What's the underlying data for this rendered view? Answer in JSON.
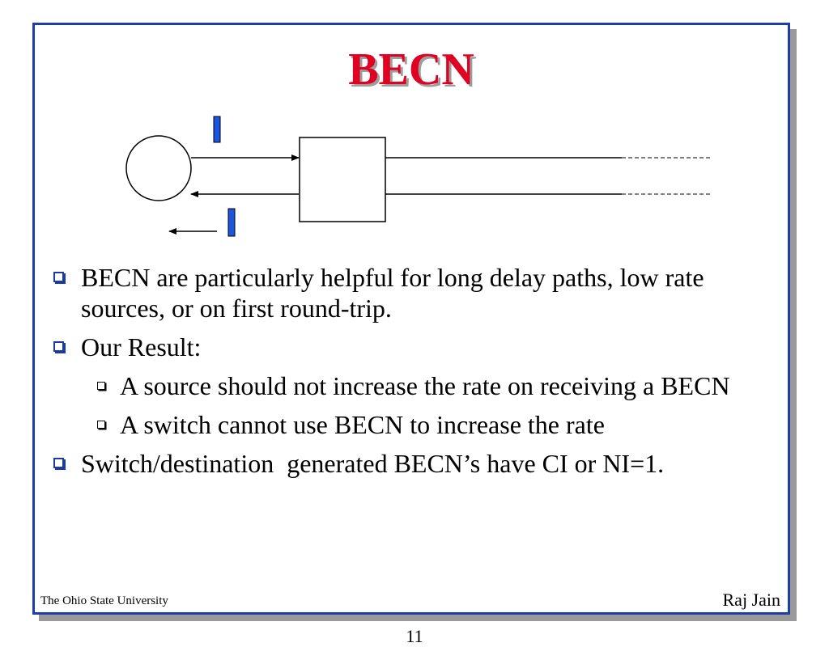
{
  "slide": {
    "title": "BECN",
    "bullets": [
      {
        "level": 1,
        "text": "BECN are particularly helpful for long delay paths, low rate sources, or on first round-trip."
      },
      {
        "level": 1,
        "text": "Our Result:"
      },
      {
        "level": 2,
        "text": "A source should not increase the rate on receiving a BECN"
      },
      {
        "level": 2,
        "text": "A switch cannot use BECN to increase the rate"
      },
      {
        "level": 1,
        "text": "Switch/destination  generated BECN’s have CI or NI=1."
      }
    ],
    "footer_left": "The Ohio State University",
    "footer_right": "Raj Jain",
    "page_number": "11"
  },
  "colors": {
    "title": "#e00022",
    "frame_border": "#1f3fa8",
    "cell_marker": "#1a56e0",
    "bullet_box_l1": "#1a3aa6"
  },
  "icons": {
    "bullet_level1": "hollow-square-bullet-icon",
    "bullet_level2": "small-hollow-square-bullet-icon"
  }
}
